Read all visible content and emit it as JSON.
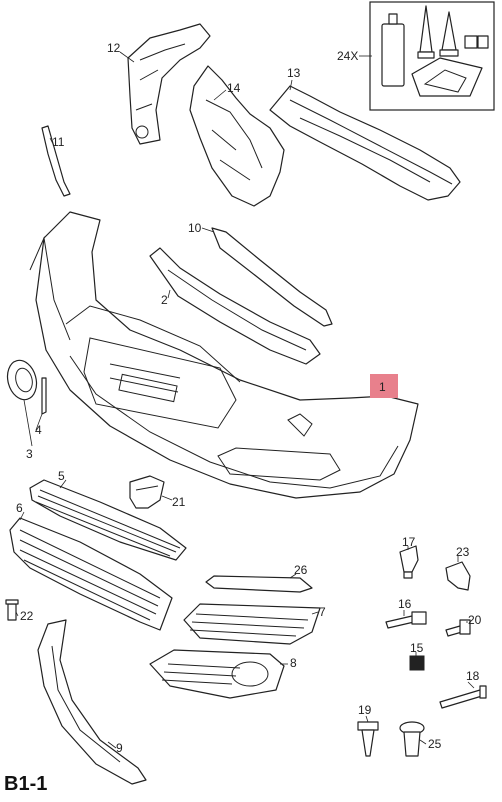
{
  "diagram": {
    "reference_code": "B1-1",
    "kit_quantity_label": "24X",
    "highlight_color": "#e8808c",
    "callouts": [
      {
        "id": "c1",
        "text": "1"
      },
      {
        "id": "c2",
        "text": "2"
      },
      {
        "id": "c3",
        "text": "3"
      },
      {
        "id": "c4",
        "text": "4"
      },
      {
        "id": "c5",
        "text": "5"
      },
      {
        "id": "c6",
        "text": "6"
      },
      {
        "id": "c7",
        "text": "7"
      },
      {
        "id": "c8",
        "text": "8"
      },
      {
        "id": "c9",
        "text": "9"
      },
      {
        "id": "c10",
        "text": "10"
      },
      {
        "id": "c11",
        "text": "11"
      },
      {
        "id": "c12",
        "text": "12"
      },
      {
        "id": "c13",
        "text": "13"
      },
      {
        "id": "c14",
        "text": "14"
      },
      {
        "id": "c15",
        "text": "15"
      },
      {
        "id": "c16",
        "text": "16"
      },
      {
        "id": "c17",
        "text": "17"
      },
      {
        "id": "c18",
        "text": "18"
      },
      {
        "id": "c19",
        "text": "19"
      },
      {
        "id": "c20",
        "text": "20"
      },
      {
        "id": "c21",
        "text": "21"
      },
      {
        "id": "c22",
        "text": "22"
      },
      {
        "id": "c23",
        "text": "23"
      },
      {
        "id": "c25",
        "text": "25"
      },
      {
        "id": "c26",
        "text": "26"
      }
    ]
  }
}
